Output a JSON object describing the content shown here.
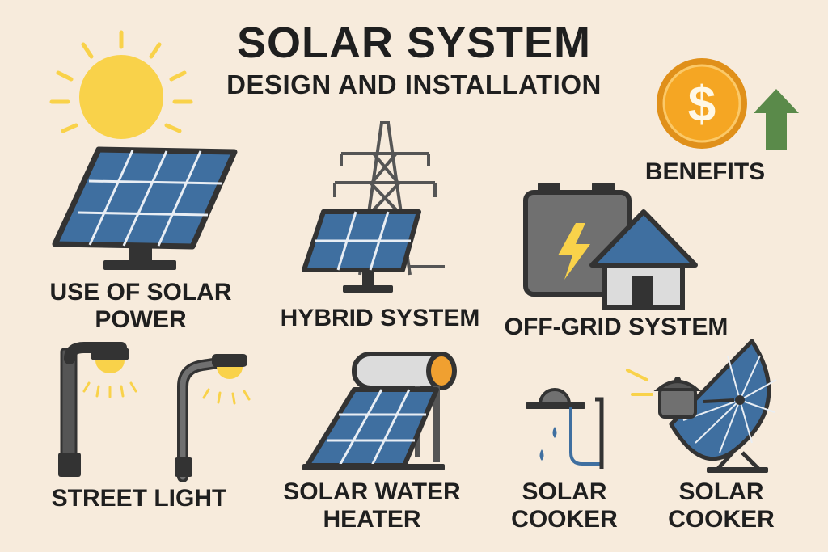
{
  "header": {
    "title": "SOLAR SYSTEM",
    "subtitle": "DESIGN AND INSTALLATION"
  },
  "benefits": {
    "label": "BENEFITS",
    "coin_symbol": "$"
  },
  "items": {
    "use_of_solar_power": {
      "line1": "USE OF SOLAR",
      "line2": "POWER"
    },
    "hybrid_system": {
      "label": "HYBRID SYSTEM"
    },
    "off_grid_system": {
      "label": "OFF-GRID SYSTEM"
    },
    "street_light": {
      "label": "STREET LIGHT"
    },
    "solar_water_heater": {
      "line1": "SOLAR WATER",
      "line2": "HEATER"
    },
    "solar_cooker_1": {
      "line1": "SOLAR",
      "line2": "COOKER"
    },
    "solar_cooker_2": {
      "line1": "SOLAR",
      "line2": "COOKER"
    }
  },
  "colors": {
    "background": "#f7ebdc",
    "sun": "#f9d24a",
    "panel": "#3f6fa0",
    "frame": "#333333",
    "coin": "#f5a623",
    "arrow": "#5a8a4a",
    "house_roof": "#3f6fa0",
    "heater_cap": "#f0a030"
  }
}
